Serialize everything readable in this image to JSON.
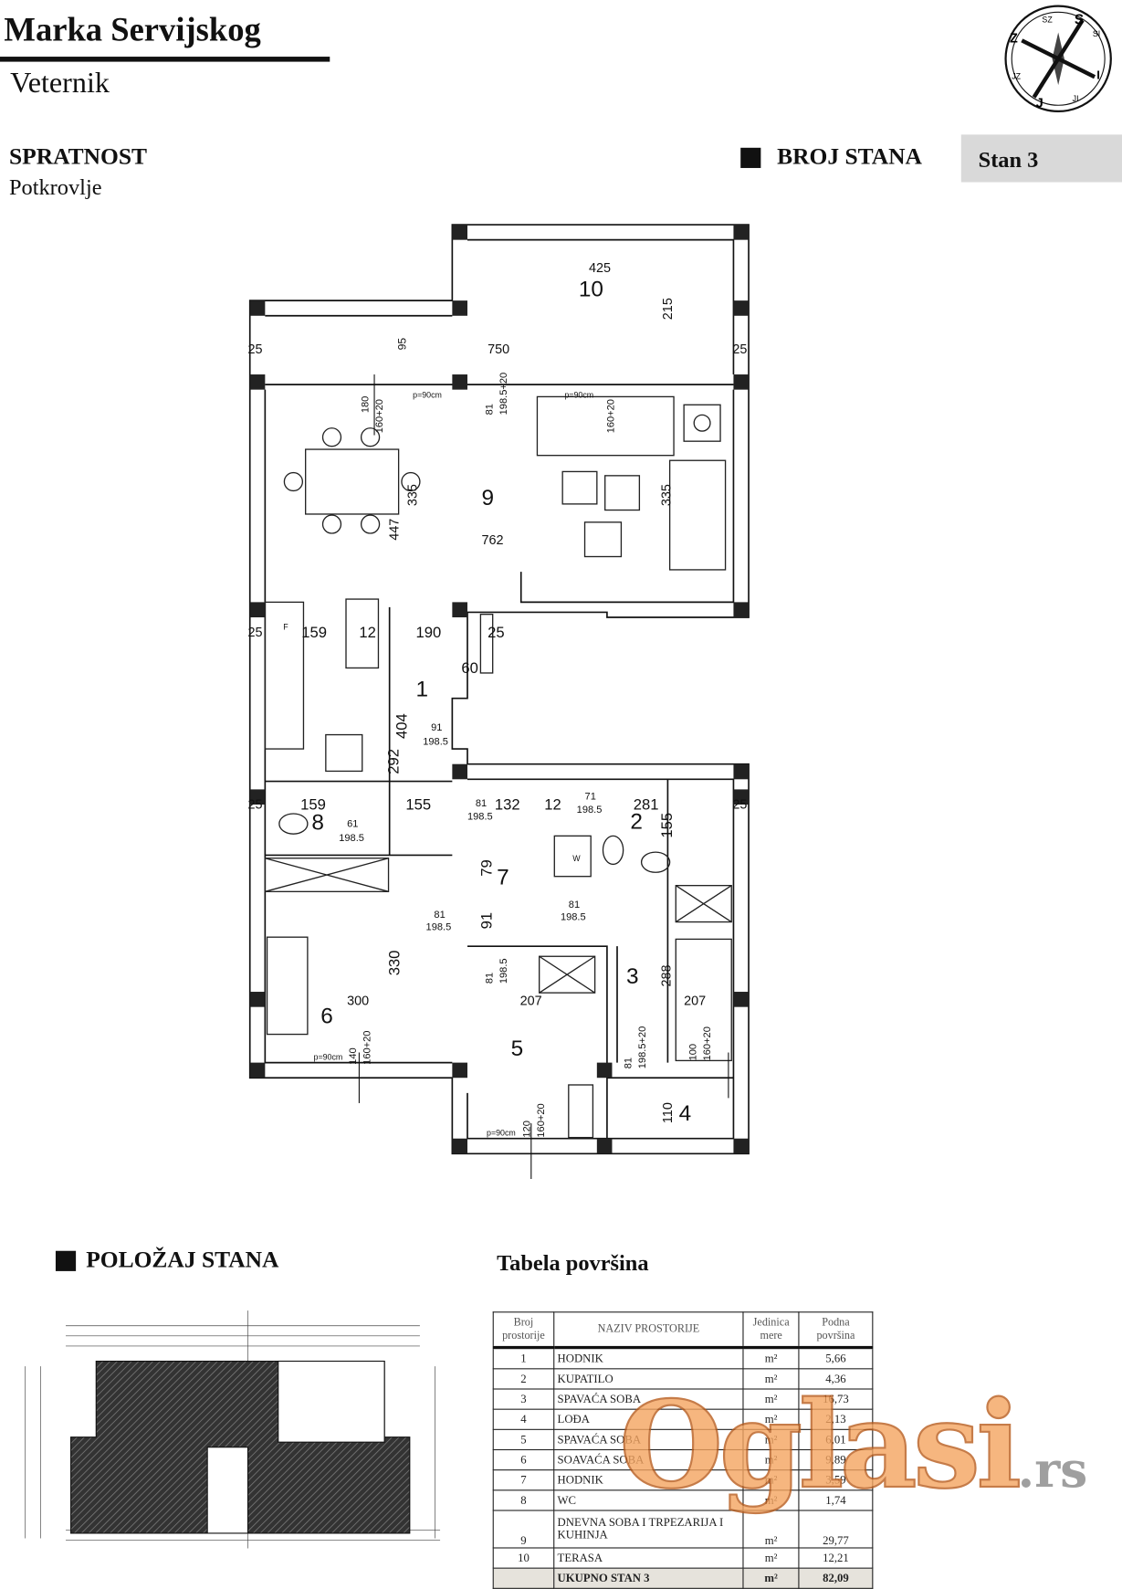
{
  "header": {
    "street": "Marka Servijskog",
    "city": "Veternik",
    "floor_label": "SPRATNOST",
    "floor_value": "Potkrovlje",
    "apt_label": "BROJ STANA",
    "apt_value": "Stan 3"
  },
  "compass": {
    "letters": [
      "S",
      "SI",
      "I",
      "JI",
      "J",
      "JZ",
      "Z",
      "SZ"
    ]
  },
  "plan": {
    "rooms": [
      "10",
      "9",
      "1",
      "8",
      "2",
      "7",
      "3",
      "6",
      "5",
      "4"
    ],
    "dims": [
      "425",
      "750",
      "762",
      "215",
      "335",
      "335",
      "447",
      "159",
      "12",
      "190",
      "25",
      "60",
      "404",
      "292",
      "91",
      "198.5",
      "155",
      "132",
      "12",
      "281",
      "155",
      "159",
      "61",
      "198.5",
      "79",
      "91",
      "81",
      "198.5",
      "81",
      "198.5",
      "330",
      "300",
      "207",
      "207",
      "288",
      "110",
      "25",
      "25",
      "25",
      "25",
      "25",
      "95",
      "180",
      "160+20",
      "198.5+20",
      "81",
      "160+20",
      "p=90cm",
      "p=90cm",
      "p=90cm",
      "p=90cm",
      "140",
      "160+20",
      "120",
      "160+20",
      "81",
      "198.5",
      "81",
      "198.5+20",
      "100",
      "160+20",
      "81",
      "198.5",
      "71",
      "198.5",
      "F",
      "W"
    ]
  },
  "position": {
    "title": "POLOŽAJ STANA"
  },
  "table": {
    "title": "Tabela površina",
    "headers": [
      "Broj prostorije",
      "NAZIV PROSTORIJE",
      "Jedinica mere",
      "Podna površina"
    ],
    "rows": [
      [
        "1",
        "HODNIK",
        "m²",
        "5,66"
      ],
      [
        "2",
        "KUPATILO",
        "m²",
        "4,36"
      ],
      [
        "3",
        "SPAVAĆA SOBA",
        "m²",
        "16,73"
      ],
      [
        "4",
        "LOĐA",
        "m²",
        "2,13"
      ],
      [
        "5",
        "SPAVAĆA SOBA",
        "m²",
        "6,01"
      ],
      [
        "6",
        "SOAVAĆA SOBA",
        "m²",
        "9,89"
      ],
      [
        "7",
        "HODNIK",
        "m²",
        "3,59"
      ],
      [
        "8",
        "WC",
        "m²",
        "1,74"
      ],
      [
        "9",
        "DNEVNA SOBA I TRPEZARIJA I KUHINJA",
        "m²",
        "29,77"
      ],
      [
        "10",
        "TERASA",
        "m²",
        "12,21"
      ]
    ],
    "total": [
      "",
      "UKUPNO STAN 3",
      "m²",
      "82,09"
    ]
  },
  "watermark": {
    "logo": "Oglasi",
    "tld": ".rs"
  },
  "colors": {
    "watermark": "#f4a460",
    "total_bg": "#e6e3dc",
    "stan_bg": "#d9d9d9"
  }
}
